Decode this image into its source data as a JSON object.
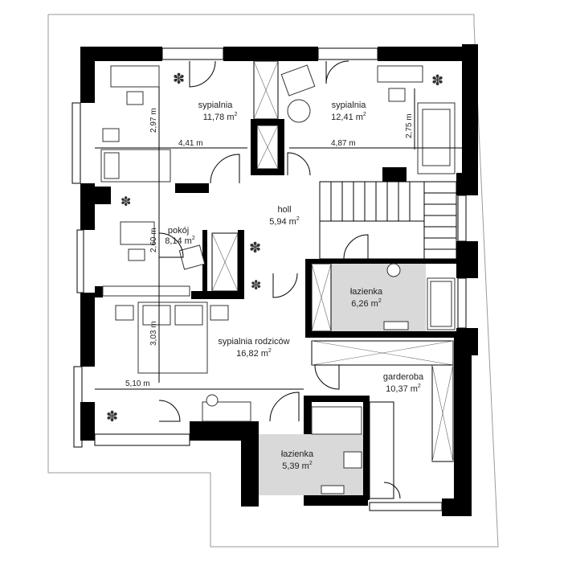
{
  "rooms": {
    "bedroom_left": {
      "name": "sypialnia",
      "area": "11,78 m",
      "sup": "2"
    },
    "bedroom_right": {
      "name": "sypialnia",
      "area": "12,41 m",
      "sup": "2"
    },
    "hall": {
      "name": "holl",
      "area": "5,94 m",
      "sup": "2"
    },
    "room": {
      "name": "pokój",
      "area": "8,14 m",
      "sup": "2"
    },
    "bathroom_upper": {
      "name": "łazienka",
      "area": "6,26 m",
      "sup": "2"
    },
    "master_bedroom": {
      "name": "sypialnia rodziców",
      "area": "16,82 m",
      "sup": "2"
    },
    "wardrobe": {
      "name": "garderoba",
      "area": "10,37 m",
      "sup": "2"
    },
    "bathroom_lower": {
      "name": "łazienka",
      "area": "5,39 m",
      "sup": "2"
    }
  },
  "dimensions": {
    "d1": "2,97 m",
    "d2": "4,41 m",
    "d3": "4,87 m",
    "d4": "2,75 m",
    "d5": "2,60 m",
    "d6": "3,03 m",
    "d7": "5,10 m"
  },
  "colors": {
    "wall": "#000000",
    "wet_floor": "#d9d9d9",
    "outline": "#888888"
  }
}
